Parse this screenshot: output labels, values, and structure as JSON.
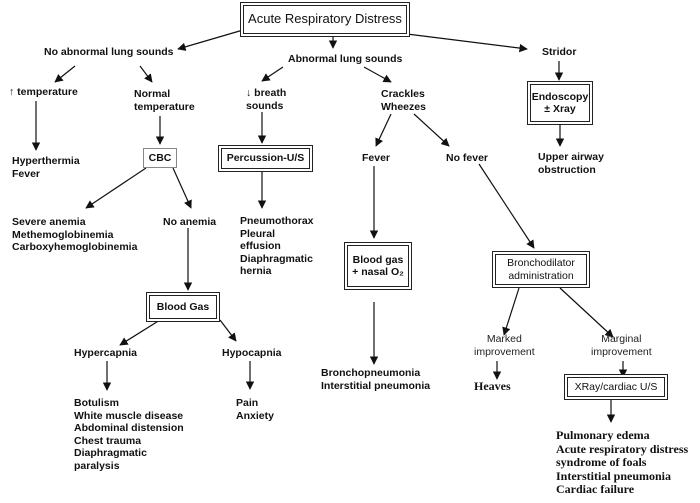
{
  "root": {
    "label": "Acute Respiratory Distress"
  },
  "level1": {
    "no_abnormal": "No abnormal lung sounds",
    "abnormal": "Abnormal lung sounds",
    "stridor": "Stridor"
  },
  "no_abnormal_branch": {
    "up_temp": "↑ temperature",
    "normal_temp": "Normal\ntemperature",
    "hyperthermia": "Hyperthermia\nFever",
    "cbc": "CBC",
    "severe_anemia": "Severe anemia\nMethemoglobinemia\nCarboxyhemoglobinemia",
    "no_anemia": "No anemia",
    "blood_gas": "Blood Gas",
    "hypercapnia": "Hypercapnia",
    "hypocapnia": "Hypocapnia",
    "hypercapnia_causes": "Botulism\nWhite muscle disease\nAbdominal distension\nChest trauma\nDiaphragmatic\nparalysis",
    "hypocapnia_causes": "Pain\nAnxiety"
  },
  "abnormal_branch": {
    "breath_sounds": "↓ breath\nsounds",
    "percussion": "Percussion-U/S",
    "percussion_causes": "Pneumothorax\nPleural\neffusion\nDiaphragmatic\nhernia",
    "crackles": "Crackles\nWheezes",
    "fever": "Fever",
    "no_fever": "No fever",
    "blood_gas_o2": "Blood gas\n+ nasal O₂",
    "fever_causes": "Bronchopneumonia\nInterstitial pneumonia",
    "bronchodilator": "Bronchodilator\nadministration",
    "marked": "Marked\nimprovement",
    "heaves": "Heaves",
    "marginal": "Marginal\nimprovement",
    "xray_cardiac": "XRay/cardiac U/S",
    "marginal_causes": "Pulmonary edema\nAcute respiratory distress\nsyndrome of foals\nInterstitial pneumonia\nCardiac failure"
  },
  "stridor_branch": {
    "endoscopy": "Endoscopy\n± Xray",
    "upper_airway": "Upper airway\nobstruction"
  },
  "colors": {
    "line": "#111111",
    "background": "#ffffff"
  }
}
